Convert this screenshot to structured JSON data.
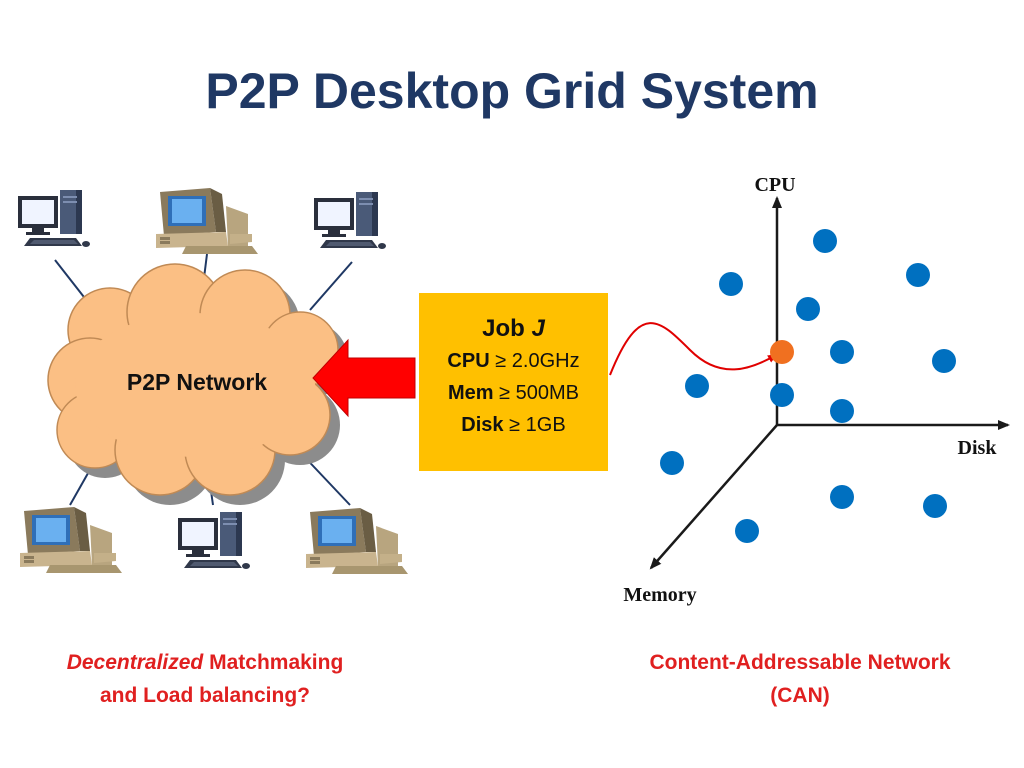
{
  "slide": {
    "title": "P2P Desktop Grid System"
  },
  "network": {
    "label": "P2P Network"
  },
  "job": {
    "title_prefix": "Job",
    "title_var": "J",
    "requirements": [
      {
        "key": "CPU",
        "op": "≥",
        "value": "2.0GHz"
      },
      {
        "key": "Mem",
        "op": "≥",
        "value": "500MB"
      },
      {
        "key": "Disk",
        "op": "≥",
        "value": "1GB"
      }
    ]
  },
  "can_space": {
    "axes": {
      "up": "CPU",
      "right": "Disk",
      "down_left": "Memory"
    },
    "node_color": "#0070c0",
    "match_color": "#f07020"
  },
  "captions": {
    "left_italic": "Decentralized",
    "left_rest": "Matchmaking",
    "left_line2": "and Load balancing?",
    "right_line1": "Content-Addressable Network",
    "right_line2": "(CAN)"
  },
  "colors": {
    "title": "#1f3864",
    "cloud": "#fbbf84",
    "arrow": "#ff0000",
    "job_box": "#ffc000",
    "caption": "#e02020"
  }
}
